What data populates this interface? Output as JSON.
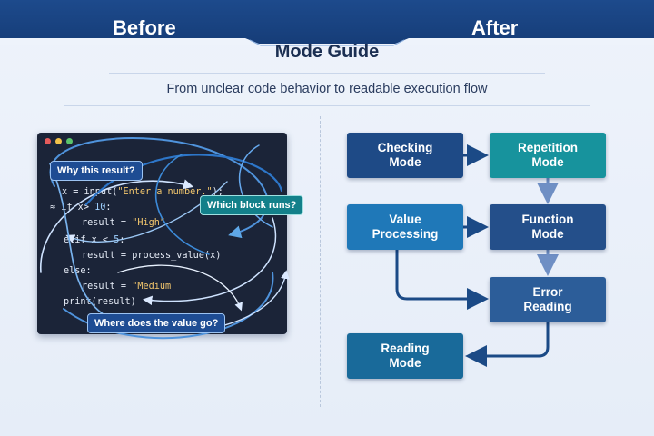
{
  "header": {
    "before": "Before",
    "after": "After",
    "title": "Mode Guide"
  },
  "subtitle": "From unclear code behavior to readable execution flow",
  "code_window": {
    "dot_colors": [
      "#e55b5b",
      "#f2c24a",
      "#5bc46b"
    ],
    "lines": [
      {
        "pre": "x = input(",
        "str": "\"Enter a number.\"",
        "post": ");"
      },
      {
        "pre": "if x> ",
        "num": "10",
        "post": ":"
      },
      {
        "pre": "result = ",
        "str": "\"High\"",
        "post": ""
      },
      {
        "pre": "elif x < ",
        "num": "5",
        "post": ":"
      },
      {
        "pre": "result = process_value(x)",
        "post": ""
      },
      {
        "pre": "else:",
        "post": ""
      },
      {
        "pre": "result = ",
        "str": "\"Medium",
        "post": ""
      },
      {
        "pre": "print(result)",
        "post": ""
      }
    ],
    "questions": {
      "q1": "Why this result?",
      "q2": "Which block runs?",
      "q3": "Where does the value go?"
    }
  },
  "flow": {
    "nodes": {
      "checking": "Checking\nMode",
      "repetition": "Repetition\nMode",
      "value": "Value\nProcessing",
      "function": "Function\nMode",
      "error": "Error\nReading",
      "reading": "Reading\nMode"
    },
    "colors": {
      "arrow": "#1b4a86",
      "arrow_light": "#6f8fc4"
    }
  }
}
